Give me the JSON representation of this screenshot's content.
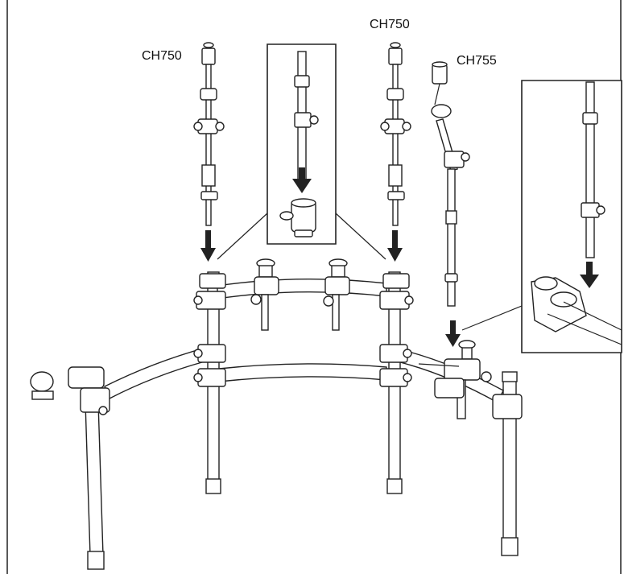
{
  "labels": {
    "ch750_left": "CH750",
    "ch750_mid": "CH750",
    "ch755": "CH755"
  },
  "icons": {
    "arrow": "down-arrow-icon",
    "clamp": "clamp-icon"
  },
  "colors": {
    "line": "#222222",
    "background": "#ffffff"
  }
}
